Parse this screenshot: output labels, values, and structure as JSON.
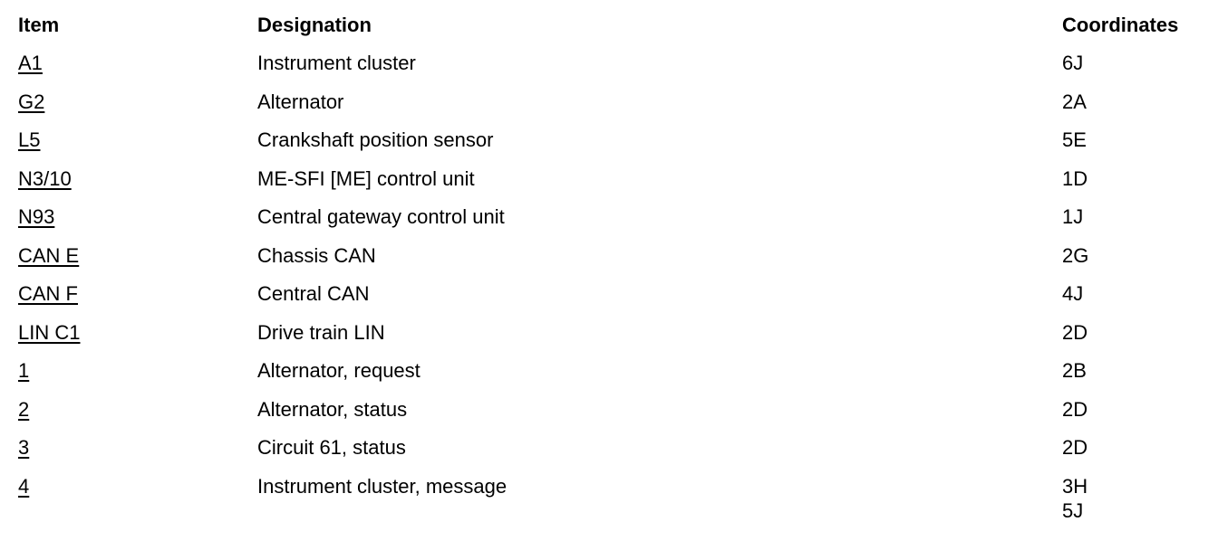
{
  "table": {
    "headers": {
      "item": "Item",
      "designation": "Designation",
      "coordinates": "Coordinates"
    },
    "rows": [
      {
        "item": "A1",
        "designation": "Instrument cluster",
        "coordinates": "6J"
      },
      {
        "item": "G2",
        "designation": "Alternator",
        "coordinates": "2A"
      },
      {
        "item": "L5",
        "designation": "Crankshaft position sensor",
        "coordinates": "5E"
      },
      {
        "item": "N3/10",
        "designation": "ME-SFI [ME] control unit",
        "coordinates": "1D"
      },
      {
        "item": "N93",
        "designation": "Central gateway control unit",
        "coordinates": "1J"
      },
      {
        "item": "CAN E",
        "designation": "Chassis CAN",
        "coordinates": "2G"
      },
      {
        "item": "CAN F",
        "designation": "Central CAN",
        "coordinates": "4J"
      },
      {
        "item": "LIN C1",
        "designation": "Drive train LIN",
        "coordinates": "2D"
      },
      {
        "item": "1",
        "designation": "Alternator, request",
        "coordinates": "2B"
      },
      {
        "item": "2",
        "designation": "Alternator, status",
        "coordinates": "2D"
      },
      {
        "item": "3",
        "designation": "Circuit 61, status",
        "coordinates": "2D"
      },
      {
        "item": "4",
        "designation": "Instrument cluster, message",
        "coordinates": "3H",
        "coordinates_extra": "5J"
      }
    ]
  },
  "style": {
    "text_color": "#000000",
    "background_color": "#ffffff"
  }
}
